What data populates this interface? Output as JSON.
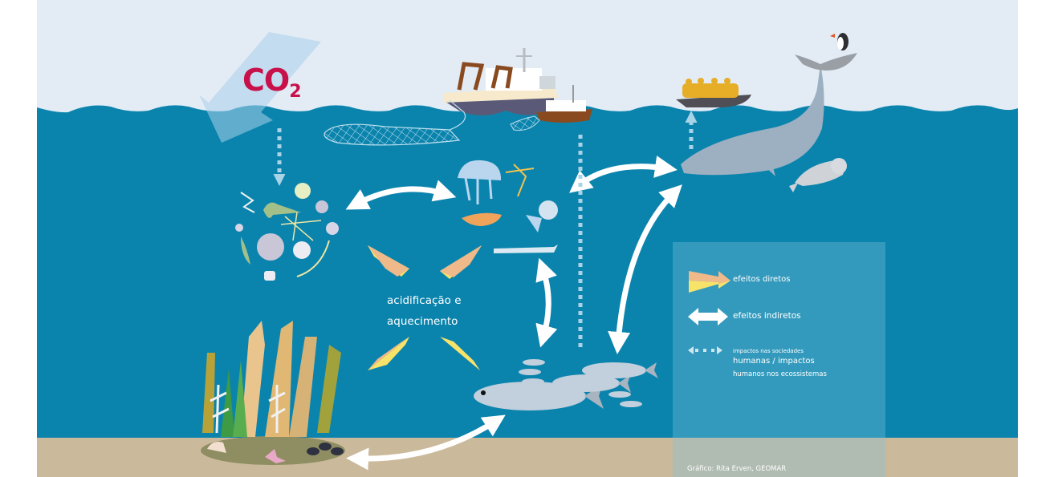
{
  "diagram": {
    "title_label": "CO",
    "title_subscript": "2",
    "center_label_line1": "acidificação e",
    "center_label_line2": "aquecimento",
    "colors": {
      "sky": "#e3ecf5",
      "ocean": "#0b84ad",
      "seabed": "#cbb99b",
      "co2_text": "#c8104a",
      "arrow_direct_orange": "#efb98a",
      "arrow_direct_yellow": "#f7e36a",
      "arrow_indirect": "#ffffff",
      "arrow_human": "#a9d3e6"
    },
    "nodes": [
      {
        "id": "phytoplankton",
        "name": "Fitoplâncton / microrganismos"
      },
      {
        "id": "zooplankton",
        "name": "Zooplâncton (medusa, copépode, krill, pterópode, peixe pequeno)"
      },
      {
        "id": "fish",
        "name": "Cardume de peixes"
      },
      {
        "id": "benthos",
        "name": "Algas, corais, caranguejo, estrela-do-mar, mexilhões"
      },
      {
        "id": "whale",
        "name": "Baleia, foca, papagaio-do-mar"
      },
      {
        "id": "fishing",
        "name": "Barcos de pesca com redes"
      },
      {
        "id": "tourism",
        "name": "Barco de turistas"
      }
    ],
    "edges": [
      {
        "from": "phytoplankton",
        "to": "zooplankton",
        "type": "indirect"
      },
      {
        "from": "zooplankton",
        "to": "whale",
        "type": "indirect"
      },
      {
        "from": "zooplankton",
        "to": "fish",
        "type": "indirect"
      },
      {
        "from": "fish",
        "to": "whale",
        "type": "indirect"
      },
      {
        "from": "benthos",
        "to": "fish",
        "type": "indirect"
      },
      {
        "from": "co2",
        "to": "phytoplankton",
        "type": "human"
      },
      {
        "from": "fishing",
        "to": "fish",
        "type": "human"
      },
      {
        "from": "tourism",
        "to": "whale",
        "type": "human"
      },
      {
        "from": "center",
        "to": "phytoplankton",
        "type": "direct"
      },
      {
        "from": "center",
        "to": "zooplankton",
        "type": "direct"
      },
      {
        "from": "center",
        "to": "benthos",
        "type": "direct"
      },
      {
        "from": "center",
        "to": "fish",
        "type": "direct"
      }
    ]
  },
  "legend": {
    "items": [
      {
        "icon": "direct-effect-arrow-icon",
        "label": "efeitos diretos"
      },
      {
        "icon": "indirect-effect-double-arrow-icon",
        "label": "efeitos indiretos"
      },
      {
        "icon": "dotted-double-arrow-icon",
        "label_small": "impactos nas sociedades",
        "label_line2": "humanas / impactos",
        "label_line3": "humanos nos ecossistemas"
      }
    ]
  },
  "credit": "Gráfico: Rita Erven, GEOMAR"
}
